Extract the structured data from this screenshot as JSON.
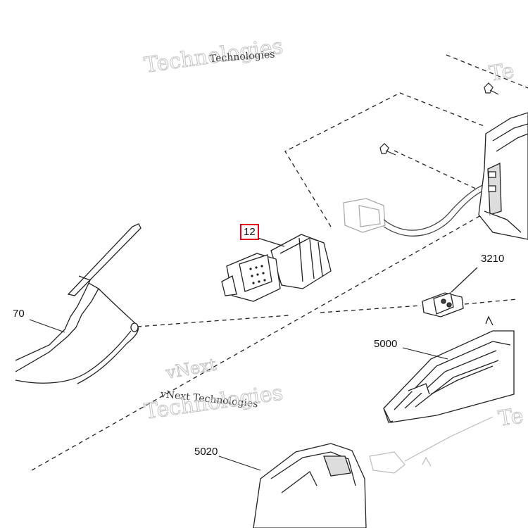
{
  "callouts": {
    "c12": "12",
    "c70": "70",
    "c3210": "3210",
    "c5000": "5000",
    "c5020": "5020"
  },
  "watermarks": {
    "line1": "vNext",
    "line2": "Technologies",
    "mark_a": "vNext Technologies",
    "mark_b": "Te",
    "mark_c": "Te"
  },
  "colors": {
    "highlight_box": "#e0001b",
    "line_art": "#222222",
    "watermark": "#c4c4c4"
  }
}
